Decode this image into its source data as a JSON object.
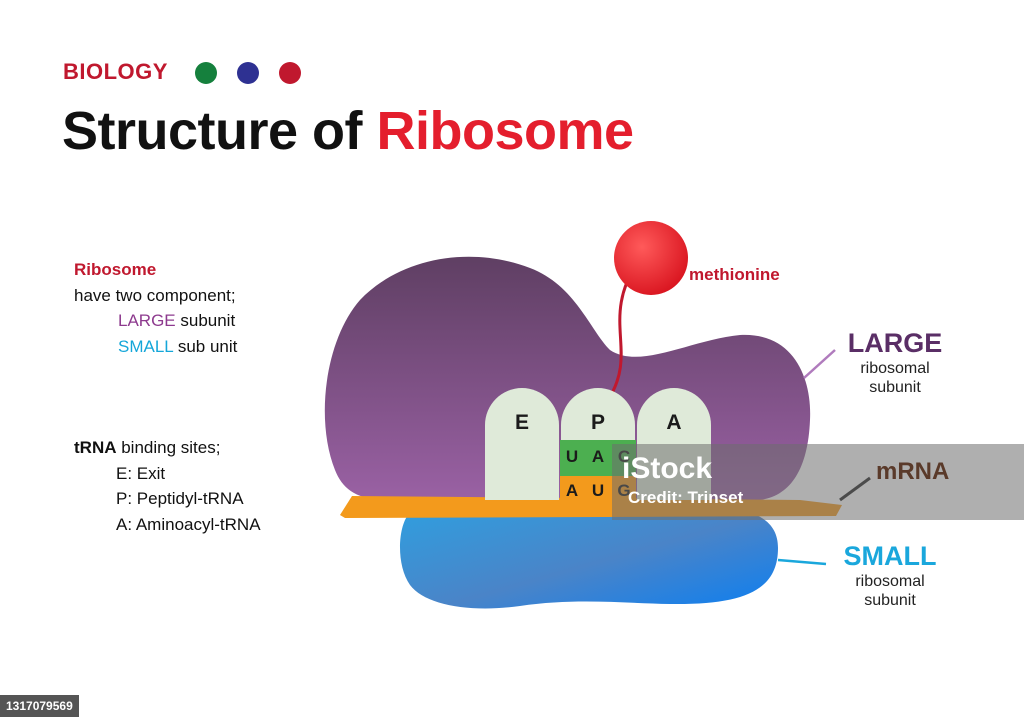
{
  "header": {
    "subject": "BIOLOGY",
    "dot_colors": [
      "#15803d",
      "#2e3192",
      "#c0182e"
    ],
    "title_prefix": "Structure of",
    "title_accent": "Ribosome"
  },
  "info": {
    "ribosome_heading": "Ribosome",
    "components_line": "have two component;",
    "large_word": "LARGE",
    "large_suffix": " subunit",
    "small_word": "SMALL",
    "small_suffix": " sub unit",
    "trna_word": "tRNA",
    "trna_suffix": " binding sites;",
    "sites": [
      "E: Exit",
      "P: Peptidyl-tRNA",
      "A: Aminoacyl-tRNA"
    ]
  },
  "diagram": {
    "binding_sites": [
      "E",
      "P",
      "A"
    ],
    "anticodon": [
      "U",
      "A",
      "C"
    ],
    "codon": [
      "A",
      "U",
      "G"
    ],
    "methionine_label": "methionine",
    "large_label": {
      "title": "LARGE",
      "line1": "ribosomal",
      "line2": "subunit"
    },
    "small_label": {
      "title": "SMALL",
      "line1": "ribosomal",
      "line2": "subunit"
    },
    "mrna_label": "mRNA",
    "colors": {
      "large_subunit": "#7a4a8a",
      "small_subunit": "#1e88e5",
      "mrna_strand": "#f39a1c",
      "methionine": "#e41e2d",
      "site_box": "#dfead9",
      "anticodon_bg": "#4caf50"
    }
  },
  "watermark": {
    "brand": "iStock",
    "credit": "Credit: Trinset",
    "stock_id": "1317079569"
  }
}
